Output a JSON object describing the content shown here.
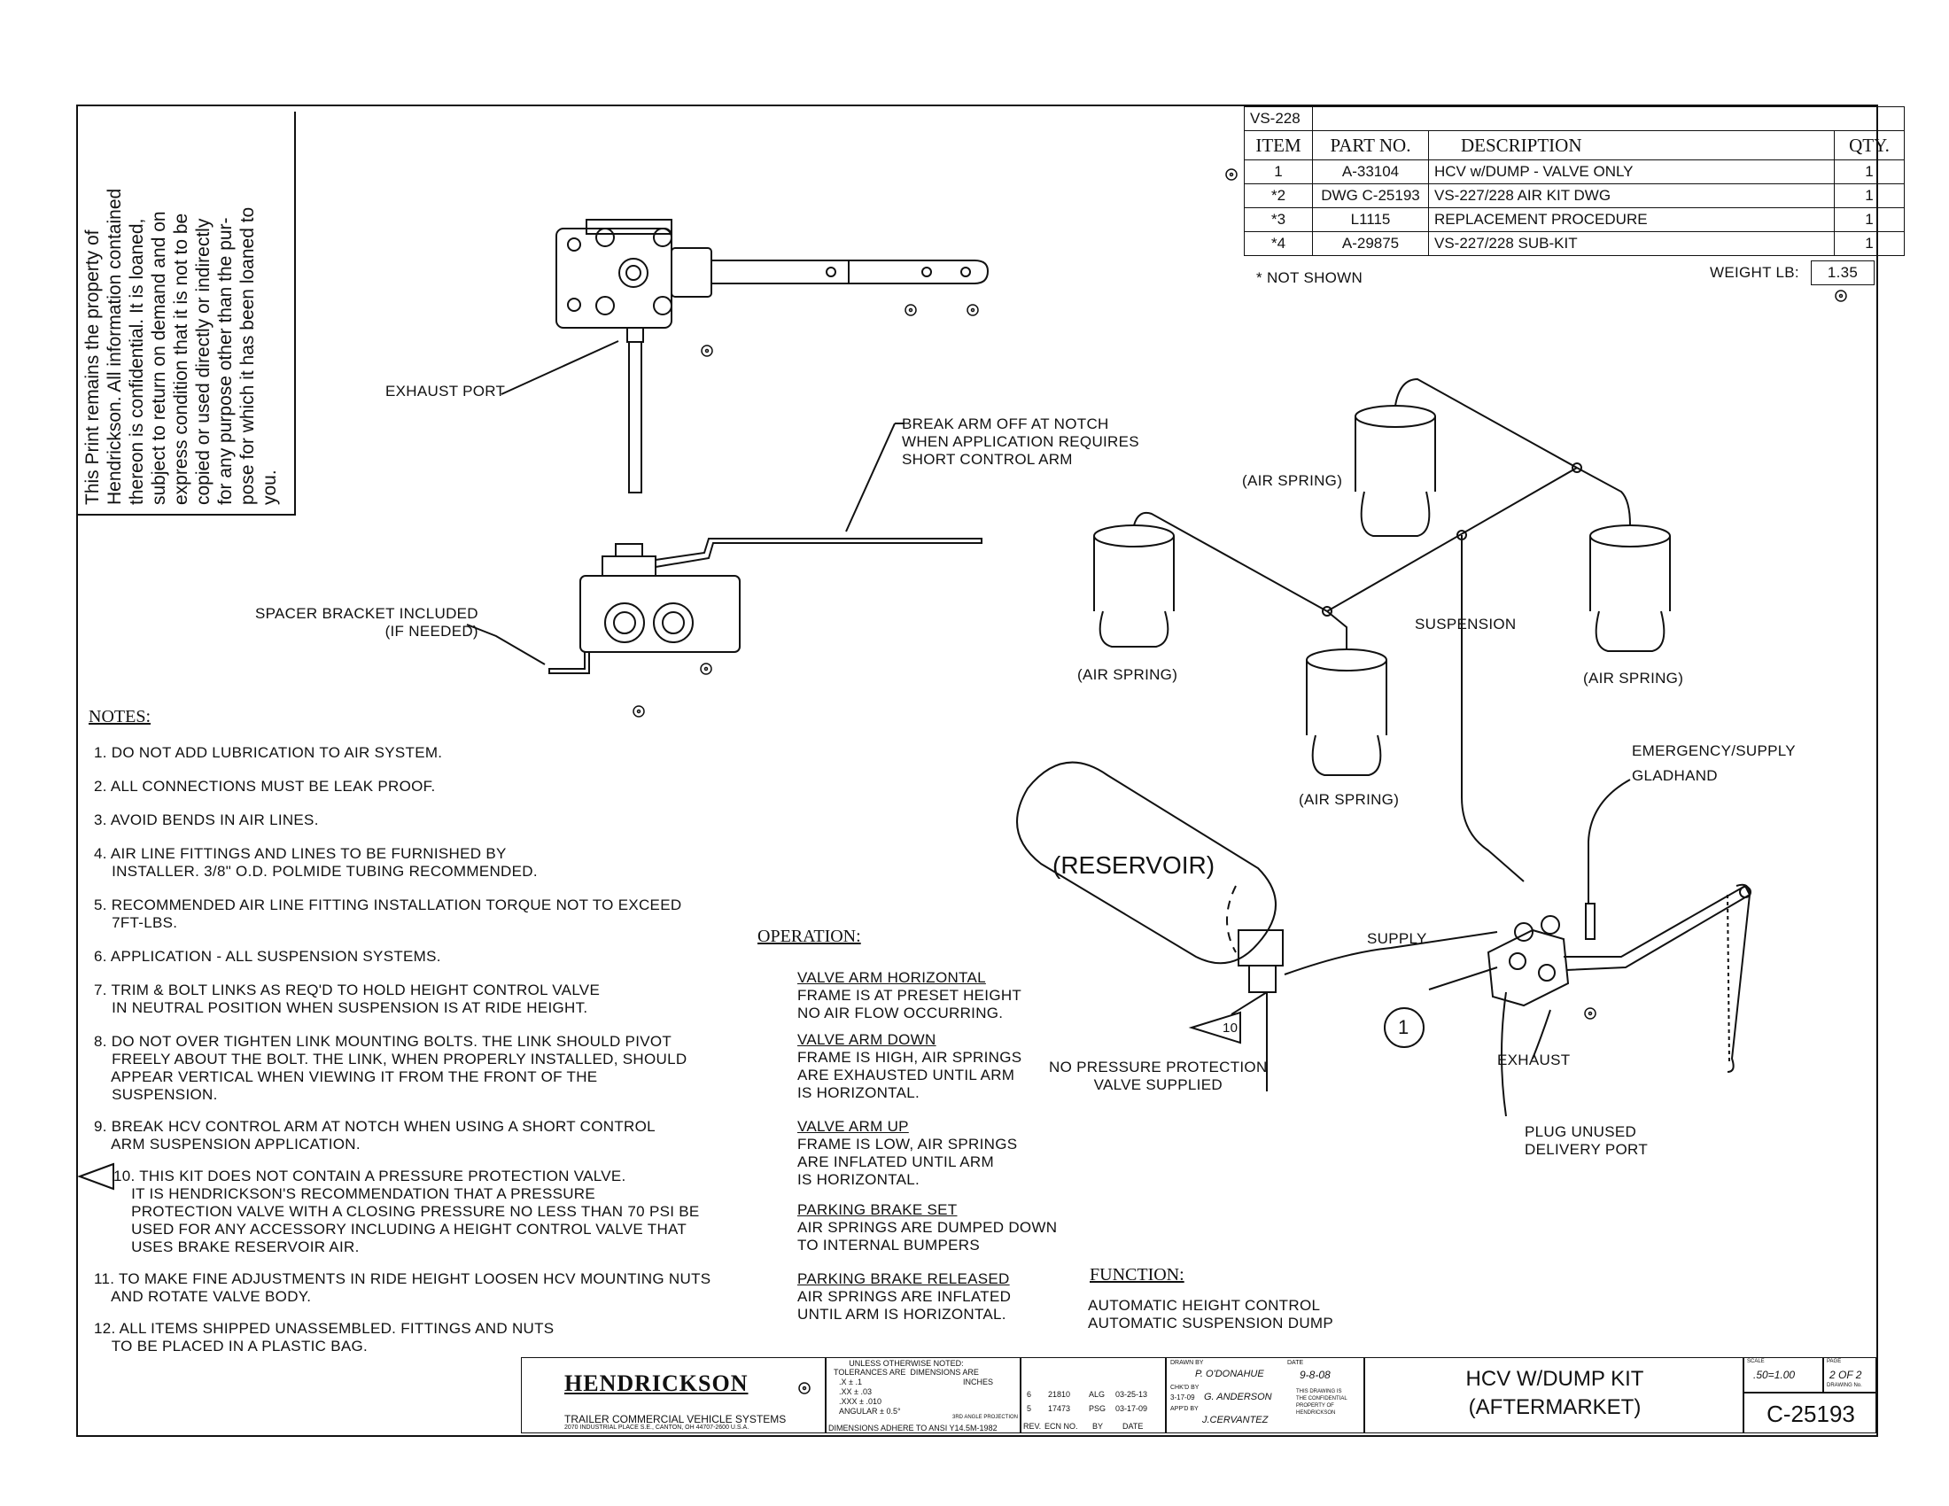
{
  "confidential_notice": "This Print remains the property of\nHendrickson. All information contained\nthereon is confidential. It is loaned,\nsubject to return on demand and on\nexpress condition that it is not to be\ncopied or used directly or indirectly\nfor any purpose other than the pur-\npose for which it has been loaned to\nyou.",
  "bom": {
    "kit_code": "VS-228",
    "headers": {
      "item": "ITEM",
      "part_no": "PART NO.",
      "description": "DESCRIPTION",
      "qty": "QTY."
    },
    "rows": [
      {
        "item": "1",
        "part_no": "A-33104",
        "description": "HCV w/DUMP - VALVE ONLY",
        "qty": "1"
      },
      {
        "item": "*2",
        "part_no": "DWG C-25193",
        "description": "VS-227/228 AIR KIT DWG",
        "qty": "1"
      },
      {
        "item": "*3",
        "part_no": "L1115",
        "description": "REPLACEMENT PROCEDURE",
        "qty": "1"
      },
      {
        "item": "*4",
        "part_no": "A-29875",
        "description": "VS-227/228 SUB-KIT",
        "qty": "1"
      }
    ],
    "not_shown": "* NOT SHOWN",
    "weight_label": "WEIGHT LB:",
    "weight_value": "1.35"
  },
  "labels": {
    "exhaust_port": "EXHAUST PORT",
    "break_arm": "BREAK ARM OFF AT NOTCH\nWHEN APPLICATION REQUIRES\nSHORT CONTROL ARM",
    "spacer_bracket": "SPACER BRACKET INCLUDED\n(IF NEEDED)",
    "air_spring": "(AIR SPRING)",
    "suspension": "SUSPENSION",
    "emergency_supply": "EMERGENCY/SUPPLY",
    "gladhand": "GLADHAND",
    "reservoir": "(RESERVOIR)",
    "supply": "SUPPLY",
    "exhaust": "EXHAUST",
    "no_pressure": "NO PRESSURE PROTECTION\nVALVE SUPPLIED",
    "plug_unused": "PLUG UNUSED\nDELIVERY PORT",
    "item_balloon": "1",
    "flag_10": "10"
  },
  "notes": {
    "title": "NOTES:",
    "items": [
      "1. DO NOT ADD LUBRICATION TO AIR SYSTEM.",
      "2. ALL CONNECTIONS MUST BE LEAK PROOF.",
      "3. AVOID BENDS IN AIR LINES.",
      "4. AIR LINE FITTINGS AND LINES TO BE FURNISHED BY\n    INSTALLER. 3/8\" O.D. POLMIDE TUBING RECOMMENDED.",
      "5. RECOMMENDED AIR LINE FITTING INSTALLATION TORQUE NOT TO EXCEED\n    7FT-LBS.",
      "6. APPLICATION - ALL SUSPENSION SYSTEMS.",
      "7. TRIM & BOLT LINKS AS REQ'D TO HOLD HEIGHT CONTROL VALVE\n    IN NEUTRAL POSITION WHEN SUSPENSION IS AT RIDE HEIGHT.",
      "8. DO NOT OVER TIGHTEN LINK MOUNTING BOLTS. THE LINK SHOULD PIVOT\n    FREELY ABOUT THE BOLT. THE LINK, WHEN PROPERLY INSTALLED, SHOULD\n    APPEAR VERTICAL WHEN VIEWING IT FROM THE FRONT OF THE\n    SUSPENSION.",
      "9. BREAK HCV CONTROL ARM AT NOTCH WHEN USING A SHORT CONTROL\n    ARM SUSPENSION APPLICATION.",
      "10. THIS KIT DOES NOT CONTAIN A PRESSURE PROTECTION VALVE.\n    IT IS HENDRICKSON'S RECOMMENDATION THAT A PRESSURE\n    PROTECTION VALVE WITH A CLOSING PRESSURE NO LESS THAN 70 PSI BE\n    USED FOR ANY ACCESSORY INCLUDING A HEIGHT CONTROL VALVE THAT\n    USES BRAKE RESERVOIR AIR.",
      "11. TO MAKE FINE ADJUSTMENTS IN RIDE HEIGHT LOOSEN HCV MOUNTING NUTS\n    AND ROTATE VALVE BODY.",
      "12. ALL ITEMS SHIPPED UNASSEMBLED. FITTINGS AND NUTS\n    TO BE PLACED IN A PLASTIC BAG."
    ]
  },
  "operation": {
    "title": "OPERATION:",
    "sections": [
      {
        "heading": "VALVE ARM HORIZONTAL",
        "text": "FRAME IS AT PRESET HEIGHT\nNO AIR FLOW OCCURRING."
      },
      {
        "heading": "VALVE ARM DOWN",
        "text": "FRAME IS HIGH, AIR SPRINGS\nARE EXHAUSTED UNTIL ARM\nIS HORIZONTAL."
      },
      {
        "heading": "VALVE ARM UP",
        "text": "FRAME IS LOW, AIR SPRINGS\nARE INFLATED UNTIL ARM\nIS HORIZONTAL."
      },
      {
        "heading": "PARKING BRAKE SET",
        "text": "AIR SPRINGS ARE DUMPED DOWN\nTO INTERNAL BUMPERS"
      },
      {
        "heading": "PARKING BRAKE RELEASED",
        "text": "AIR SPRINGS ARE INFLATED\nUNTIL ARM IS HORIZONTAL."
      }
    ]
  },
  "function": {
    "title": "FUNCTION:",
    "text": "AUTOMATIC HEIGHT CONTROL\nAUTOMATIC SUSPENSION DUMP"
  },
  "title_block": {
    "logo": "HENDRICKSON",
    "company": "TRAILER COMMERCIAL VEHICLE SYSTEMS",
    "address": "2070 INDUSTRIAL PLACE S.E., CANTON, OH 44707-2600 U.S.A.",
    "tolerances_header": "UNLESS OTHERWISE NOTED:\nTOLERANCES ARE  DIMENSIONS ARE",
    "tolerances": ".X ± .1\n.XX ± .03\n.XXX ± .010\nANGULAR ± 0.5°",
    "dims_in": "INCHES",
    "projection": "3RD ANGLE PROJECTION",
    "dims_std": "DIMENSIONS ADHERE TO ANSI Y14.5M-1982",
    "rev_rows": [
      {
        "rev": "6",
        "ecn": "21810",
        "by": "ALG",
        "date": "03-25-13"
      },
      {
        "rev": "5",
        "ecn": "17473",
        "by": "PSG",
        "date": "03-17-09"
      }
    ],
    "rev_headers": {
      "rev": "REV.",
      "ecn": "ECN NO.",
      "by": "BY",
      "date": "DATE"
    },
    "drawn_by_label": "DRAWN BY",
    "drawn_by": "P. O'DONAHUE",
    "date_label": "DATE",
    "date": "9-8-08",
    "checked_by_label": "CHK'D BY",
    "checked_date": "3-17-09",
    "checked_by": "G. ANDERSON",
    "approved_label": "APP'D BY",
    "approved_by": "J.CERVANTEZ",
    "confidential": "THIS DRAWING IS\nTHE CONFIDENTIAL\nPROPERTY OF\nHENDRICKSON",
    "title": "HCV W/DUMP KIT\n(AFTERMARKET)",
    "scale_label": "SCALE",
    "scale": ".50=1.00",
    "page_label": "PAGE",
    "page": "2 OF 2",
    "drawing_no_label": "DRAWING No.",
    "drawing_no": "C-25193"
  }
}
